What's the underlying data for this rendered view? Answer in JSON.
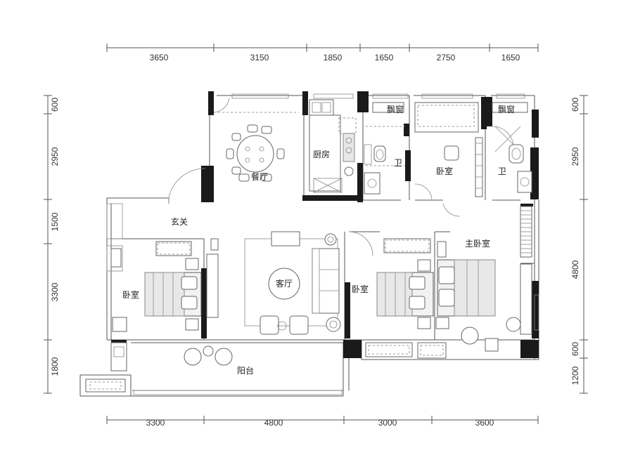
{
  "dimensions": {
    "top": [
      "3650",
      "3150",
      "1850",
      "1650",
      "2750",
      "1650"
    ],
    "bottom": [
      "3300",
      "4800",
      "3000",
      "3600"
    ],
    "left": [
      "600",
      "2950",
      "1500",
      "3300",
      "1800"
    ],
    "right": [
      "600",
      "2950",
      "4800",
      "600",
      "1200"
    ]
  },
  "rooms": {
    "dining": "餐厅",
    "kitchen": "厨房",
    "bay_window_1": "飘窗",
    "bay_window_2": "飘窗",
    "bath_1": "卫",
    "bedroom_top": "卧室",
    "bath_2": "卫",
    "entry": "玄关",
    "master_bedroom": "主卧室",
    "bedroom_left": "卧室",
    "living": "客厅",
    "bedroom_mid": "卧室",
    "balcony": "阳台"
  }
}
